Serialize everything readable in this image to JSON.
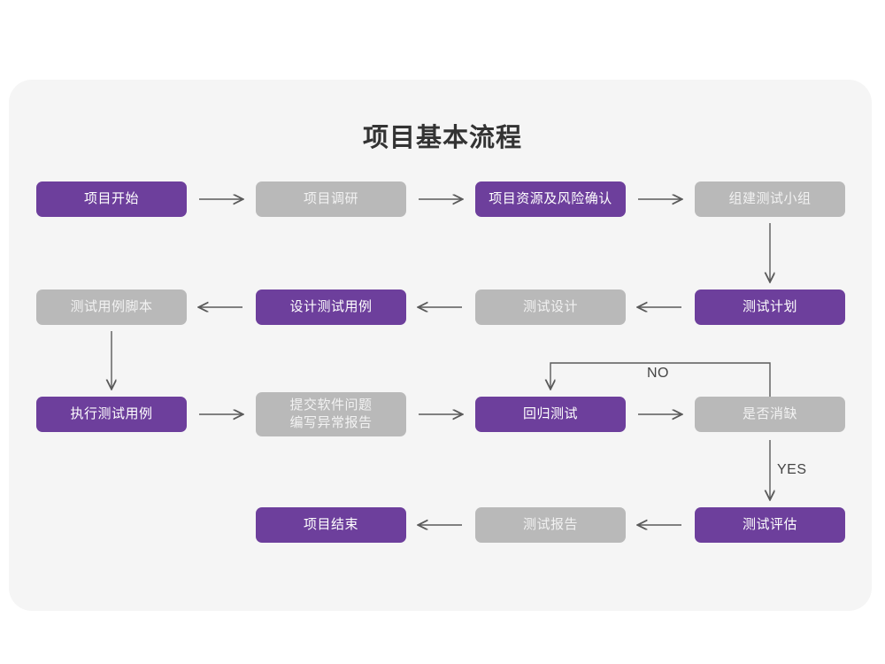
{
  "page": {
    "title": "项目基本流程",
    "background_color": "#ffffff",
    "card_color": "#f5f5f5"
  },
  "theme": {
    "purple": "#6d3f9c",
    "gray": "#b9b9b9",
    "purple_text": "#ffffff",
    "gray_text": "#f2f2f2",
    "arrow_color": "#5a5a5a",
    "title_color": "#333333"
  },
  "flow": {
    "rows": [
      {
        "row_index": 1,
        "direction": "left-to-right",
        "nodes": [
          {
            "id": "n1",
            "label": "项目开始",
            "style": "purple"
          },
          {
            "id": "n2",
            "label": "项目调研",
            "style": "gray"
          },
          {
            "id": "n3",
            "label": "项目资源及风险确认",
            "style": "purple"
          },
          {
            "id": "n4",
            "label": "组建测试小组",
            "style": "gray"
          }
        ]
      },
      {
        "row_index": 2,
        "direction": "right-to-left",
        "nodes": [
          {
            "id": "n8",
            "label": "测试用例脚本",
            "style": "gray"
          },
          {
            "id": "n7",
            "label": "设计测试用例",
            "style": "purple"
          },
          {
            "id": "n6",
            "label": "测试设计",
            "style": "gray"
          },
          {
            "id": "n5",
            "label": "测试计划",
            "style": "purple"
          }
        ]
      },
      {
        "row_index": 3,
        "direction": "left-to-right",
        "nodes": [
          {
            "id": "n9",
            "label": "执行测试用例",
            "style": "purple"
          },
          {
            "id": "n10",
            "label": "提交软件问题\n编写异常报告",
            "style": "gray"
          },
          {
            "id": "n11",
            "label": "回归测试",
            "style": "purple"
          },
          {
            "id": "n12",
            "label": "是否消缺",
            "style": "gray"
          }
        ]
      },
      {
        "row_index": 4,
        "direction": "right-to-left",
        "nodes": [
          {
            "id": "n15",
            "label": "项目结束",
            "style": "purple"
          },
          {
            "id": "n14",
            "label": "测试报告",
            "style": "gray"
          },
          {
            "id": "n13",
            "label": "测试评估",
            "style": "purple"
          }
        ]
      }
    ],
    "decision_labels": {
      "no": "NO",
      "yes": "YES"
    }
  }
}
